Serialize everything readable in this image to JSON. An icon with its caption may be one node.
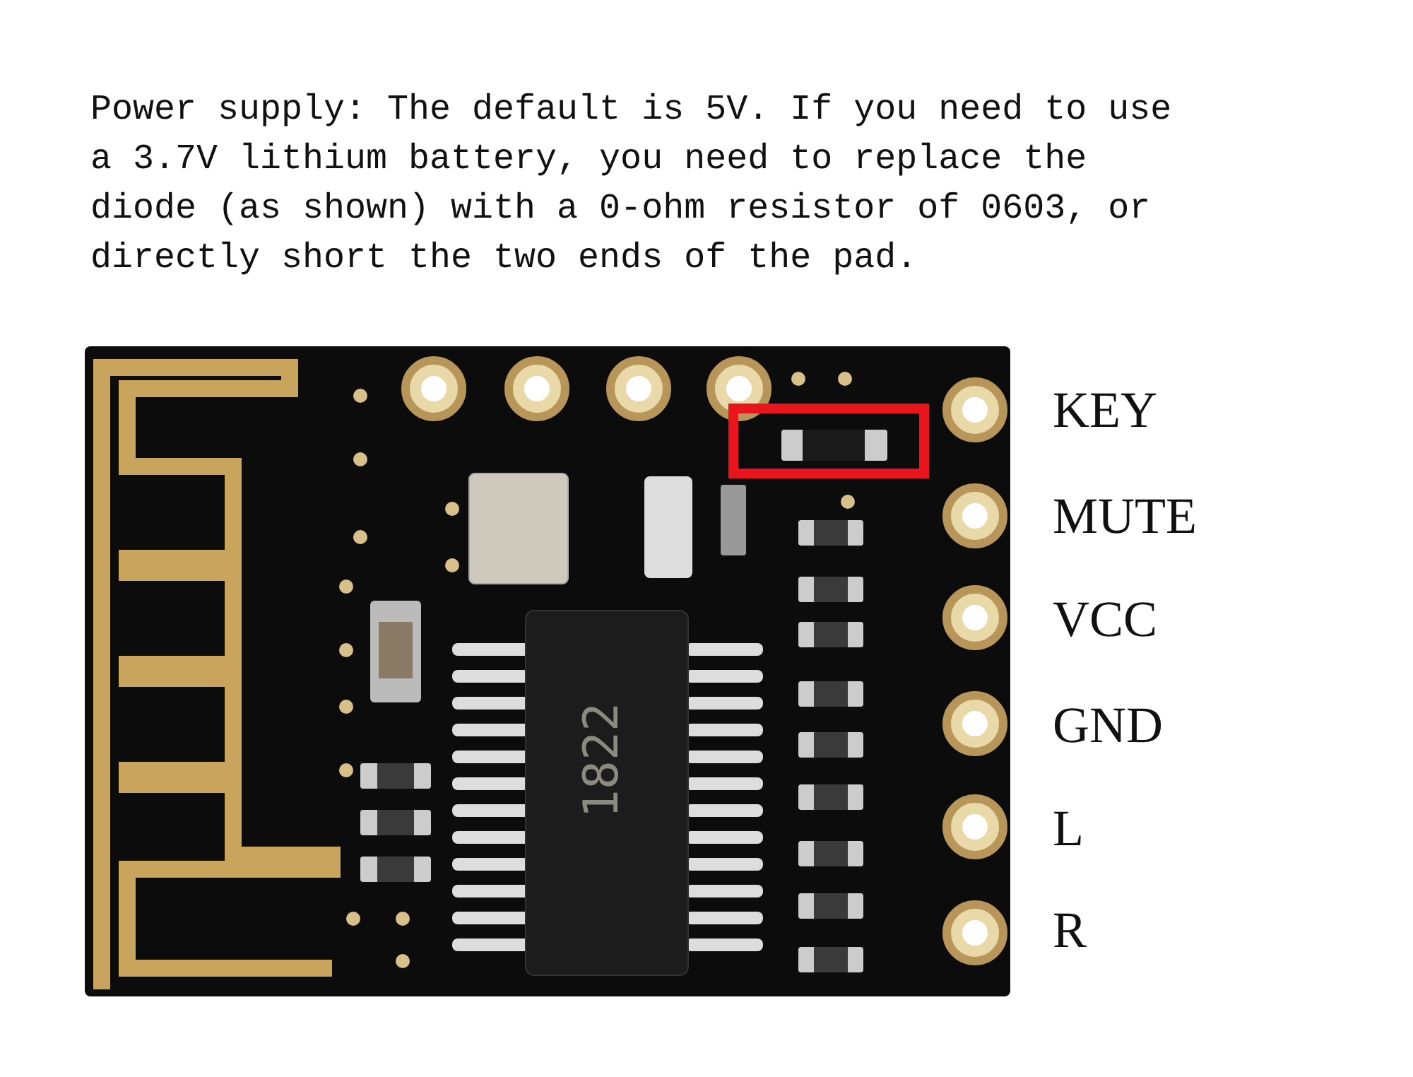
{
  "diagram": {
    "labels": [
      "Power supply: The default is 5V. If you need to use a 3.7V lithium battery, you need to replace the diode (as shown) with a 0-ohm resistor of 0603, or directly short the two ends of the pad.",
      "KEY",
      "MUTE",
      "VCC",
      "GND",
      "L",
      "R",
      "1822"
    ]
  }
}
